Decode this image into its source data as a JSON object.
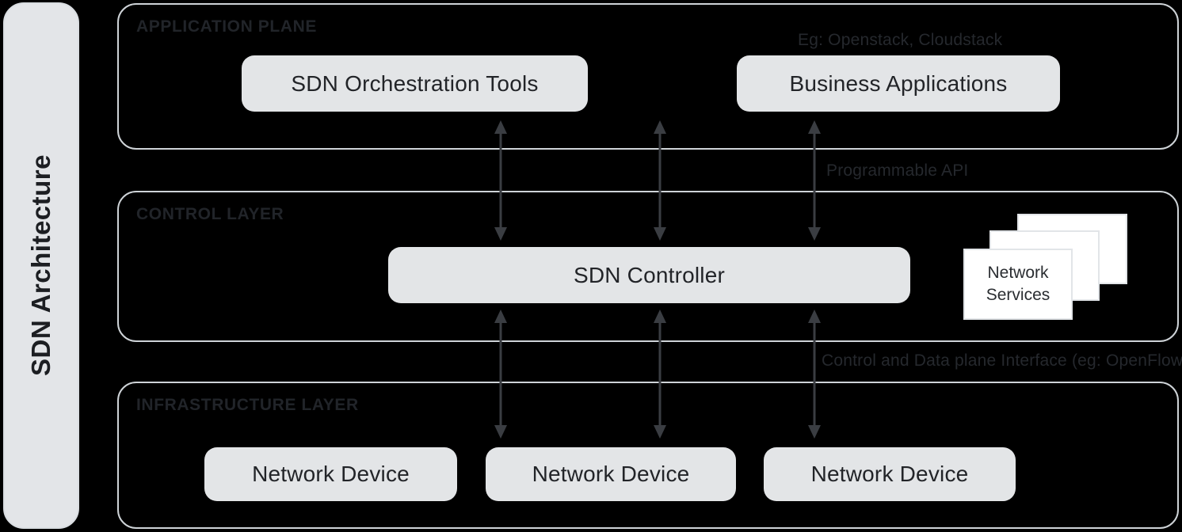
{
  "diagram": {
    "title": "SDN Architecture",
    "layers": [
      {
        "title": "APPLICATION PLANE",
        "nodes": [
          "SDN Orchestration Tools",
          "Business Applications"
        ]
      },
      {
        "title": "CONTROL LAYER",
        "nodes": [
          "SDN Controller",
          "Network Services"
        ]
      },
      {
        "title": "INFRASTRUCTURE LAYER",
        "nodes": [
          "Network Device",
          "Network Device",
          "Network Device"
        ]
      }
    ],
    "annotations": {
      "app_examples": "Eg: Openstack, Cloudstack",
      "api_label": "Programmable API",
      "southbound_label": "Control and Data plane Interface (eg: OpenFlow)"
    },
    "colors": {
      "background": "#000000",
      "panel_border": "#ced3d7",
      "sidebar_fill": "#e3e5e8",
      "node_fill": "#e3e5e7",
      "node_text": "#222428",
      "annotation_text": "#25282d",
      "arrow": "#3a3d42",
      "card_fill": "#ffffff"
    }
  }
}
